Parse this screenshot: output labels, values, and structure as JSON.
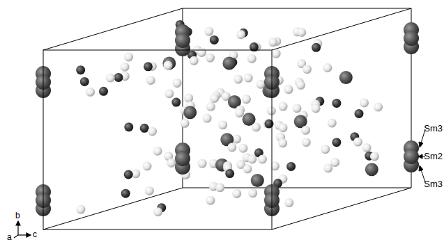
{
  "diagram": {
    "labels": [
      "Sm3",
      "Sm2",
      "Sm3",
      "b",
      "a",
      "c"
    ]
  }
}
